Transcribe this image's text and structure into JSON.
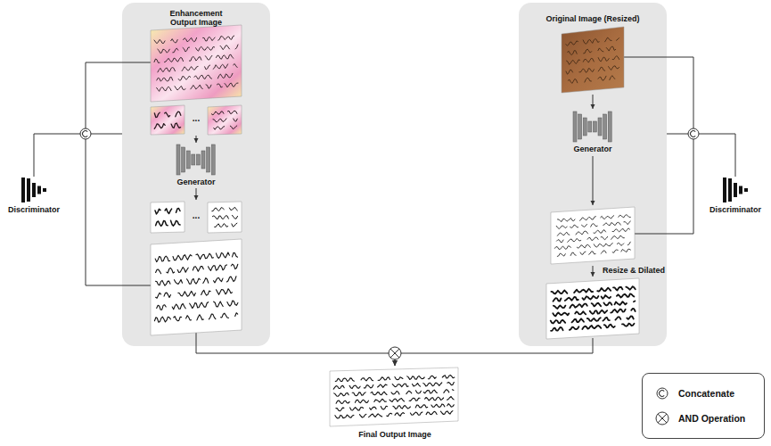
{
  "diagram": {
    "nodes": [
      {
        "text": [
          "Enhancement Output Image"
        ]
      },
      {
        "text": [
          "Original Image (Resized)"
        ]
      },
      {
        "text": [
          "Generator"
        ],
        "in": 0
      },
      {
        "text": [
          "Generator"
        ],
        "in": 1
      },
      {
        "text": [
          "Discriminator"
        ]
      },
      {
        "text": [
          "Discriminator"
        ]
      },
      {
        "text": [
          "Final Output Image"
        ]
      }
    ],
    "edges": [
      {
        "from": 0,
        "to": 4,
        "arrow": "none"
      },
      {
        "from": 1,
        "to": 5,
        "arrow": "none"
      },
      {
        "from": 0,
        "to": 6,
        "arrow": "to"
      },
      {
        "from": 1,
        "to": 6,
        "arrow": "to"
      }
    ],
    "labels": [
      "...",
      "...",
      "Resize & Dilated"
    ],
    "legend": [
      {
        "text": "Concatenate"
      },
      {
        "text": "AND Operation"
      }
    ]
  }
}
